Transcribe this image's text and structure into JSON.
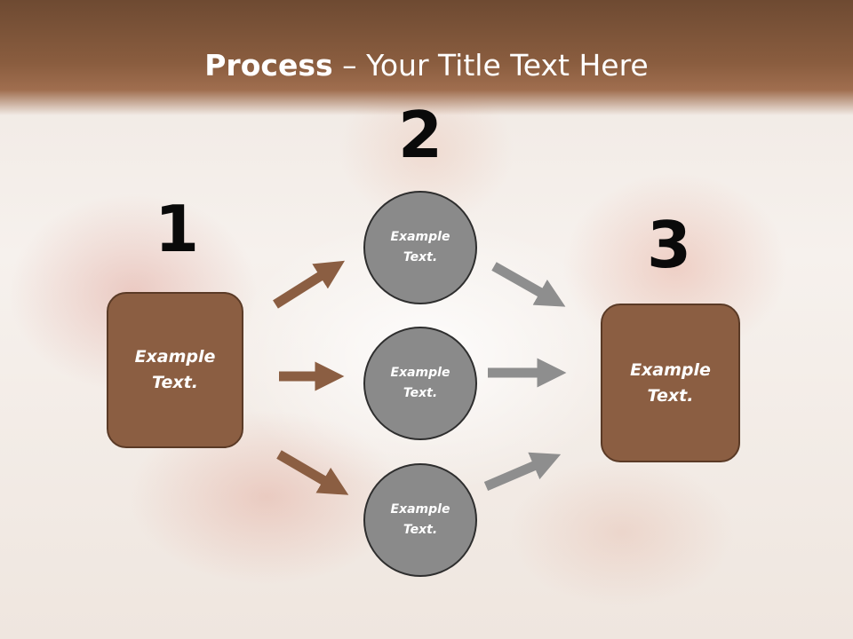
{
  "title": {
    "bold_part": "Process",
    "rest": " – Your Title Text Here"
  },
  "steps": [
    {
      "number": "1"
    },
    {
      "number": "2"
    },
    {
      "number": "3"
    }
  ],
  "left_box": {
    "text": "Example Text."
  },
  "circles": [
    {
      "text": "Example Text."
    },
    {
      "text": "Example Text."
    },
    {
      "text": "Example Text."
    }
  ],
  "right_box": {
    "text": "Example Text."
  },
  "colors": {
    "title_band": "#7a5238",
    "box_fill": "#8b5e42",
    "box_border": "#5a3a26",
    "circle_fill": "#8a8a8a",
    "circle_border": "#2e2e2e",
    "brown_arrow": "#8b5e42",
    "gray_arrow": "#8e8e8e"
  }
}
